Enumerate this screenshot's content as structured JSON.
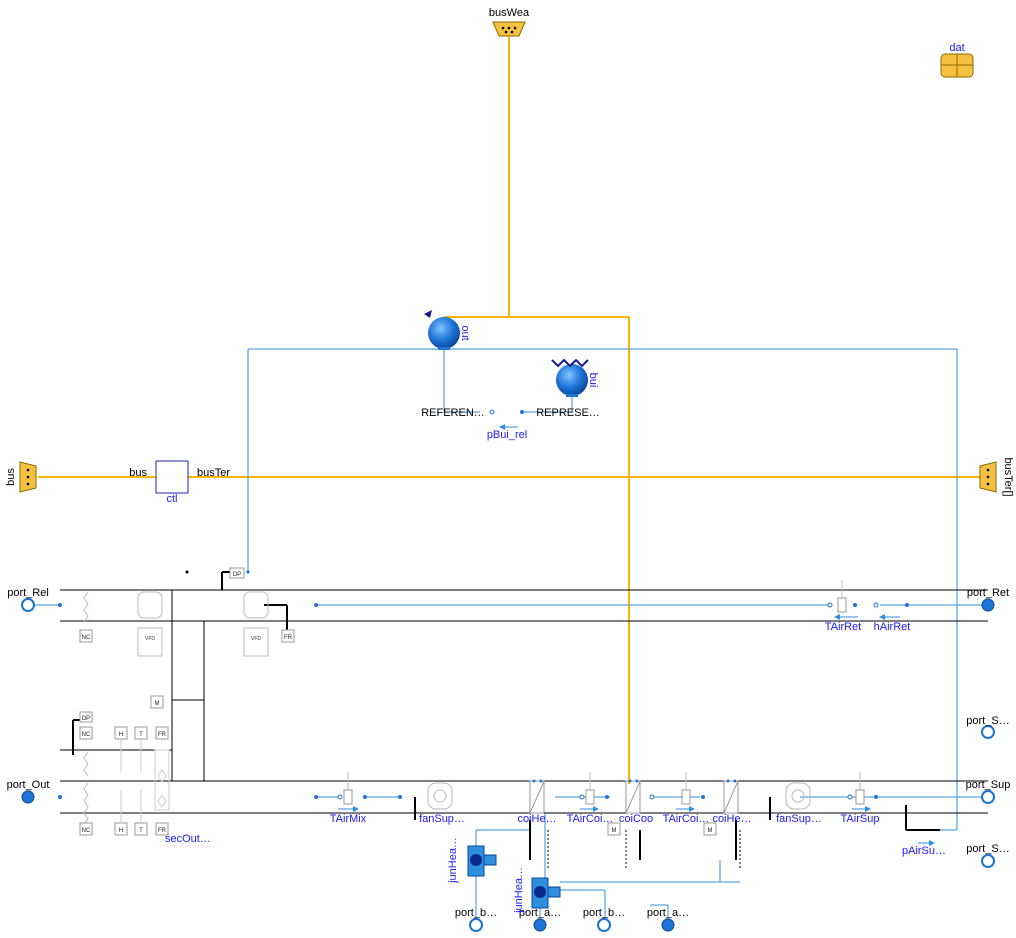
{
  "connectors": {
    "bus_wea": "busWea",
    "dat": "dat",
    "bus": "bus",
    "bus_ter": "busTer[]",
    "port_rel": "port_Rel",
    "port_ret": "port_Ret",
    "port_out": "port_Out",
    "port_sup": "port_Sup",
    "port_s1": "port_S…",
    "port_s2": "port_S…",
    "port_b1": "port_b…",
    "port_a1": "port_a…",
    "port_b2": "port_b…",
    "port_a2": "port_a…"
  },
  "blocks": {
    "ctl": "ctl",
    "ctl_bus": "bus",
    "ctl_bus_ter": "busTer",
    "out": "out",
    "bui": "bui",
    "referen": "REFEREN…",
    "represe": "REPRESE…",
    "pbui_rel": "pBui_rel",
    "tair_ret": "TAirRet",
    "hair_ret": "hAirRet",
    "tair_mix": "TAirMix",
    "fan_sup1": "fanSup…",
    "coi_hea1": "coiHe…",
    "tair_coi1": "TAirCoi…",
    "coi_coo": "coiCoo",
    "tair_coi2": "TAirCoi…",
    "coi_hea2": "coiHe…",
    "fan_sup2": "fanSup…",
    "tair_sup": "TAirSup",
    "pair_sup": "pAirSu…",
    "sec_out": "secOut…",
    "jun_hea1": "junHea…",
    "jun_hea2": "junHea…"
  },
  "tags": {
    "dp": "DP",
    "fr": "FR",
    "m": "M",
    "h": "H",
    "t": "T",
    "nc": "NC",
    "vfd": "VFD"
  },
  "colors": {
    "bus_line": "#ffb400",
    "fluid_line": "#2f8fdf",
    "port_fill": "#1e73d8",
    "label_blue": "#1a1aff",
    "connector_yellow": "#f5c040"
  }
}
